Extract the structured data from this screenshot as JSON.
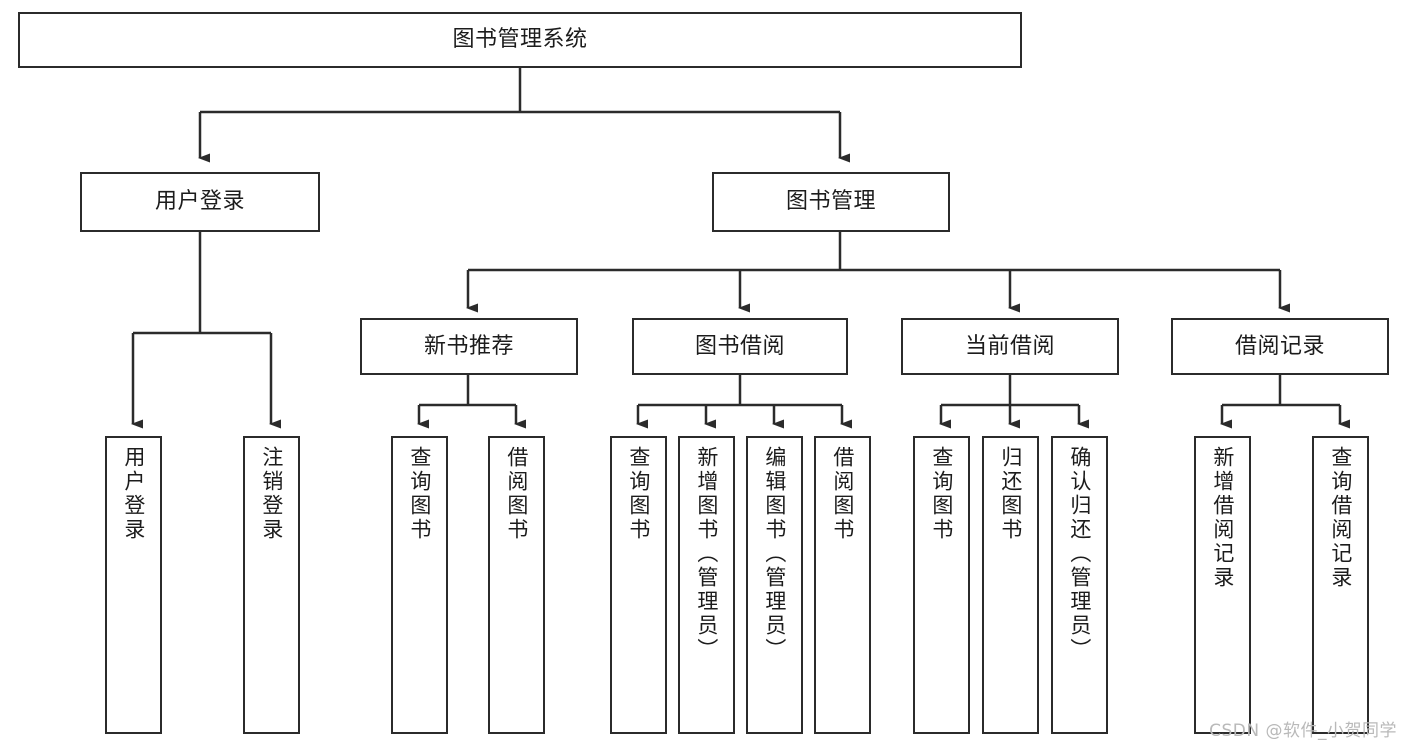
{
  "diagram": {
    "title": "图书管理系统",
    "type": "tree-hierarchy",
    "watermark": "CSDN @软件_小贺同学",
    "colors": {
      "background": "#ffffff",
      "node_border": "#2b2b2b",
      "node_fill": "#ffffff",
      "text": "#1c1c1c",
      "edge": "#2b2b2b",
      "watermark": "#b9b9b9"
    },
    "root": {
      "label": "图书管理系统"
    },
    "level2": [
      {
        "label": "用户登录"
      },
      {
        "label": "图书管理"
      }
    ],
    "level3": [
      {
        "label": "新书推荐"
      },
      {
        "label": "图书借阅"
      },
      {
        "label": "当前借阅"
      },
      {
        "label": "借阅记录"
      }
    ],
    "leaves": {
      "user_login": [
        {
          "label": "用户登录"
        },
        {
          "label": "注销登录"
        }
      ],
      "new_book_recommend": [
        {
          "label": "查询图书"
        },
        {
          "label": "借阅图书"
        }
      ],
      "book_borrow": [
        {
          "label": "查询图书"
        },
        {
          "label": "新增图书（管理员）"
        },
        {
          "label": "编辑图书（管理员）"
        },
        {
          "label": "借阅图书"
        }
      ],
      "current_borrow": [
        {
          "label": "查询图书"
        },
        {
          "label": "归还图书"
        },
        {
          "label": "确认归还（管理员）"
        }
      ],
      "borrow_record": [
        {
          "label": "新增借阅记录"
        },
        {
          "label": "查询借阅记录"
        }
      ]
    }
  }
}
